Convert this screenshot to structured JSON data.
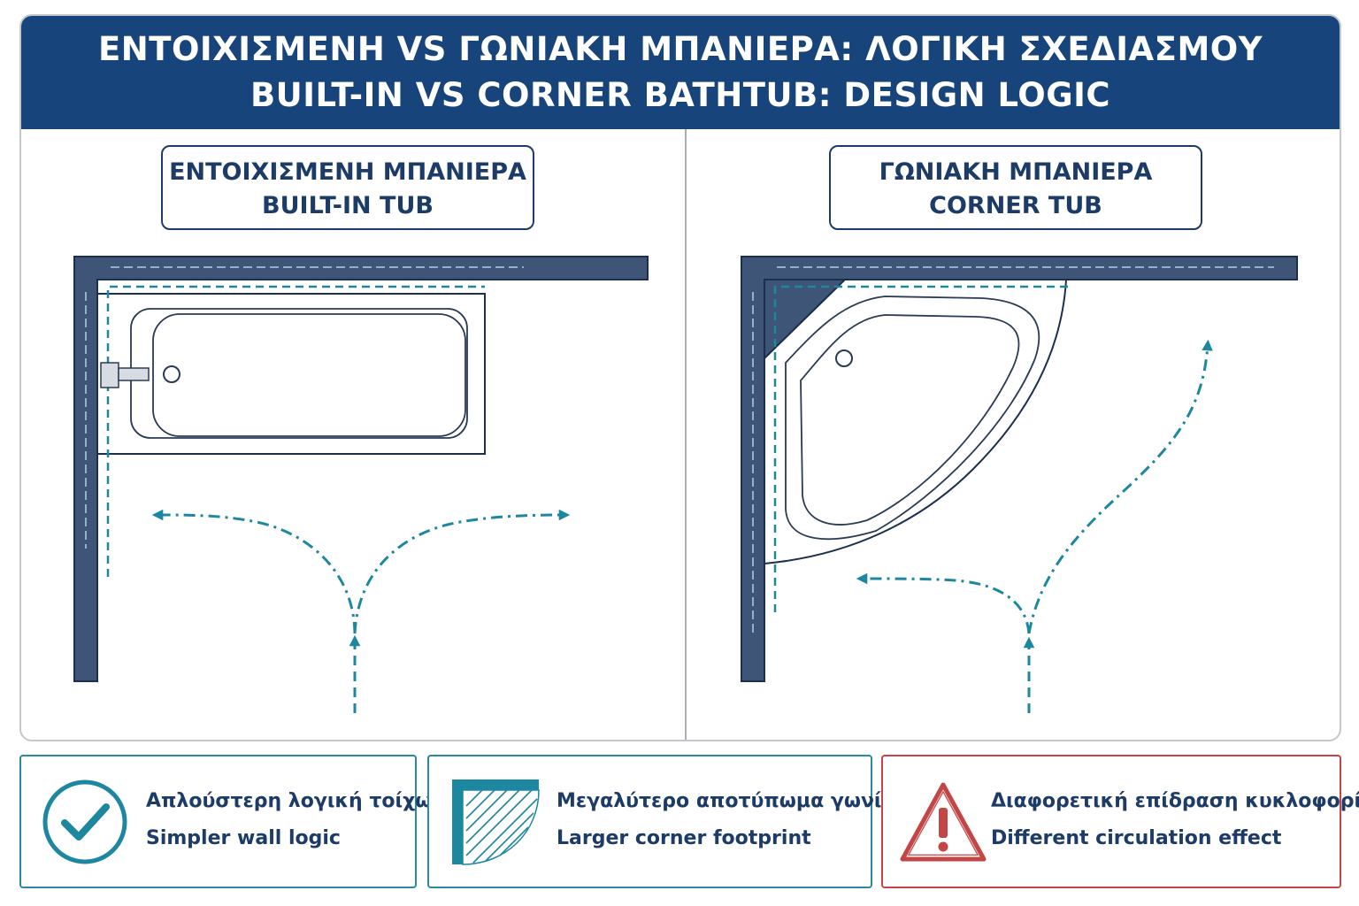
{
  "header": {
    "title_el": "ΕΝΤΟΙΧΙΣΜΕΝΗ VS ΓΩΝΙΑΚΗ ΜΠΑΝΙΕΡΑ: ΛΟΓΙΚΗ ΣΧΕΔΙΑΣΜΟΥ",
    "title_en": "BUILT-IN VS CORNER BATHTUB: DESIGN LOGIC"
  },
  "panels": [
    {
      "label_el": "ΕΝΤΟΙΧΙΣΜΕΝΗ ΜΠΑΝΙΕΡΑ",
      "label_en": "BUILT-IN TUB"
    },
    {
      "label_el": "ΓΩΝΙΑΚΗ ΜΠΑΝΙΕΡΑ",
      "label_en": "CORNER TUB"
    }
  ],
  "footer": [
    {
      "icon": "check-circle-icon",
      "text_el": "Απλούστερη λογική τοίχων",
      "text_en": "Simpler wall logic"
    },
    {
      "icon": "corner-footprint-icon",
      "text_el": "Μεγαλύτερο αποτύπωμα γωνίας",
      "text_en": "Larger corner footprint"
    },
    {
      "icon": "warning-triangle-icon",
      "text_el": "Διαφορετική επίδραση κυκλοφορίας",
      "text_en": "Different circulation effect"
    }
  ],
  "colors": {
    "header_bg": "#17447a",
    "wall": "#3e5578",
    "wall_dark": "#1c2f4f",
    "tub_line": "#2a3b55",
    "arrow_teal": "#1e87a0",
    "warning_red": "#c44545",
    "text_navy": "#1c3b66"
  }
}
